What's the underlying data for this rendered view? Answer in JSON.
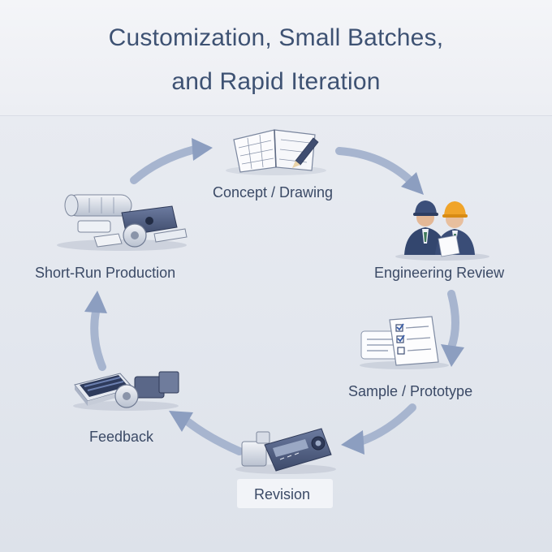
{
  "title": {
    "line1": "Customization, Small Batches,",
    "line2": "and Rapid Iteration"
  },
  "cycle": {
    "steps": [
      {
        "label": "Concept / Drawing",
        "icon": "drawing-sketch-icon"
      },
      {
        "label": "Engineering Review",
        "icon": "engineers-icon"
      },
      {
        "label": "Sample / Prototype",
        "icon": "checklist-icon"
      },
      {
        "label": "Revision",
        "icon": "machine-part-icon"
      },
      {
        "label": "Feedback",
        "icon": "machinery-icon"
      },
      {
        "label": "Short-Run Production",
        "icon": "production-parts-icon"
      }
    ]
  },
  "colors": {
    "title": "#3e5273",
    "label": "#3b4a66",
    "arrow": "#8fa0c0",
    "accent_steel": "#4e5e82",
    "hard_hat": "#f0a42a"
  }
}
